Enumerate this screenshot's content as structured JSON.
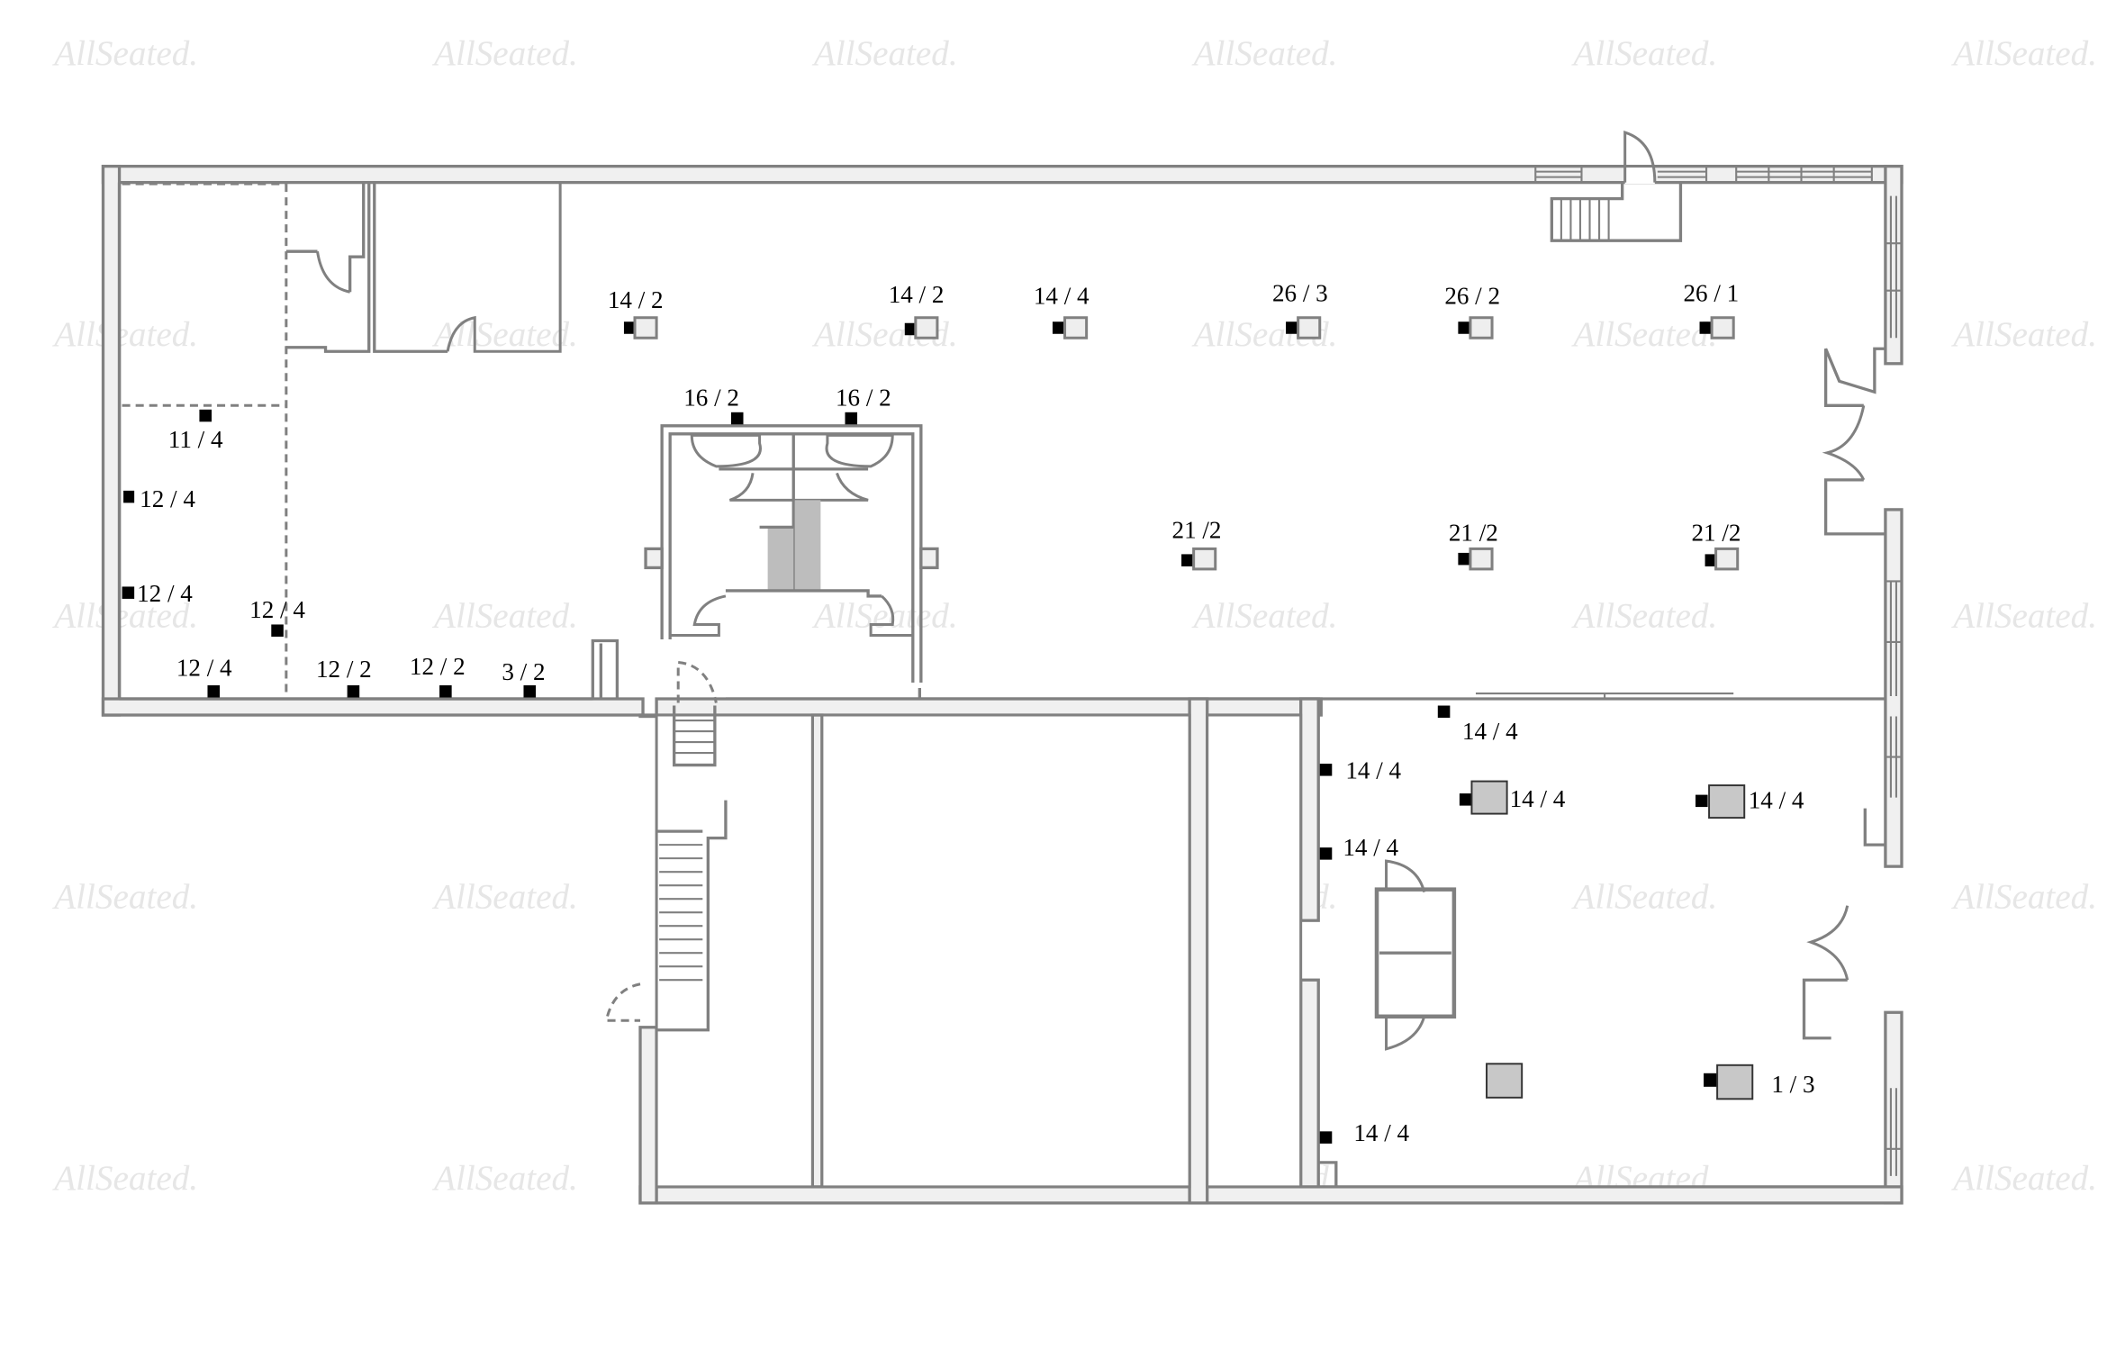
{
  "watermark": {
    "text": "AllSeated.",
    "color": "#e6e6e6"
  },
  "colors": {
    "wall_stroke": "#808080",
    "wall_fill": "#f0f0f0",
    "marker": "#000000",
    "table_light": "#eeeeee",
    "table_dark": "#c8c8c8"
  },
  "floorplan": {
    "markers_top_row": [
      {
        "id": "m1",
        "label": "14 / 2",
        "type": "small-table"
      },
      {
        "id": "m2",
        "label": "14 / 2",
        "type": "small-table"
      },
      {
        "id": "m3",
        "label": "14 / 4",
        "type": "small-table"
      },
      {
        "id": "m4",
        "label": "26 / 3",
        "type": "small-table"
      },
      {
        "id": "m5",
        "label": "26 / 2",
        "type": "small-table"
      },
      {
        "id": "m6",
        "label": "26 / 1",
        "type": "small-table"
      }
    ],
    "markers_middle_row": [
      {
        "id": "m7",
        "label": "21 /2",
        "type": "small-table"
      },
      {
        "id": "m8",
        "label": "21 /2",
        "type": "small-table"
      },
      {
        "id": "m9",
        "label": "21 /2",
        "type": "small-table"
      }
    ],
    "markers_core": [
      {
        "id": "m10",
        "label": "16 / 2",
        "type": "point"
      },
      {
        "id": "m11",
        "label": "16 / 2",
        "type": "point"
      }
    ],
    "markers_left_room": [
      {
        "id": "m12",
        "label": "11 / 4",
        "type": "point"
      },
      {
        "id": "m13",
        "label": "12 / 4",
        "type": "point"
      },
      {
        "id": "m14",
        "label": "12 / 4",
        "type": "point"
      },
      {
        "id": "m15",
        "label": "12 / 4",
        "type": "point"
      },
      {
        "id": "m16",
        "label": "12 / 4",
        "type": "point"
      },
      {
        "id": "m17",
        "label": "12 / 2",
        "type": "point"
      },
      {
        "id": "m18",
        "label": "12 / 2",
        "type": "point"
      },
      {
        "id": "m19",
        "label": "3 / 2",
        "type": "point"
      }
    ],
    "markers_right_room": [
      {
        "id": "m20",
        "label": "14 / 4",
        "type": "point"
      },
      {
        "id": "m21",
        "label": "14 / 4",
        "type": "point"
      },
      {
        "id": "m22",
        "label": "14 / 4",
        "type": "large-table"
      },
      {
        "id": "m23",
        "label": "14 / 4",
        "type": "large-table"
      },
      {
        "id": "m24",
        "label": "14 / 4",
        "type": "point"
      },
      {
        "id": "m25",
        "label": "",
        "type": "large-table"
      },
      {
        "id": "m26",
        "label": "1 / 3",
        "type": "large-table"
      },
      {
        "id": "m27",
        "label": "14 / 4",
        "type": "point"
      }
    ]
  }
}
